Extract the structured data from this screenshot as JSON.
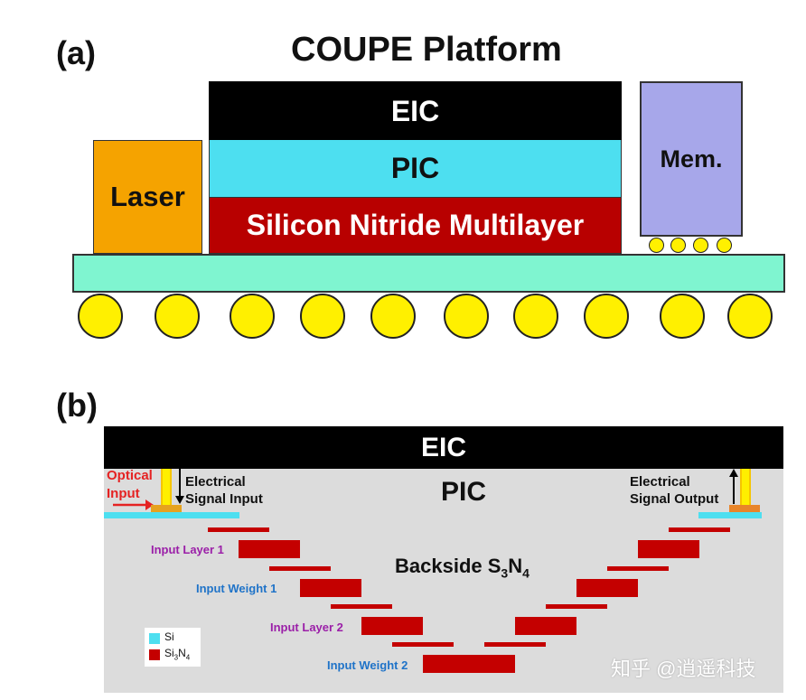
{
  "panel_a": {
    "label": "(a)",
    "title": "COUPE Platform",
    "eic": "EIC",
    "pic": "PIC",
    "sin": "Silicon Nitride Multilayer",
    "laser": "Laser",
    "mem": "Mem.",
    "colors": {
      "eic": "#000000",
      "pic": "#4ddff0",
      "sin": "#b80000",
      "laser": "#f5a300",
      "mem": "#a7a7ea",
      "substrate": "#7ff5d0",
      "ball": "#fff000"
    }
  },
  "panel_b": {
    "label": "(b)",
    "eic": "EIC",
    "pic": "PIC",
    "optical": "Optical",
    "input": "Input",
    "elec_in_1": "Electrical",
    "elec_in_2": "Signal Input",
    "elec_out_1": "Electrical",
    "elec_out_2": "Signal Output",
    "backside_pre": "Backside S",
    "backside_sub1": "3",
    "backside_mid": "N",
    "backside_sub2": "4",
    "input_layer_1": "Input Layer 1",
    "input_weight_1": "Input Weight 1",
    "input_layer_2": "Input Layer 2",
    "input_weight_2": "Input Weight 2",
    "legend": {
      "si": "Si",
      "sin_pre": "Si",
      "sin_sub1": "3",
      "sin_mid": "N",
      "sin_sub2": "4"
    },
    "colors": {
      "background": "#dcdcdc",
      "si": "#4ddff0",
      "sin": "#c40000",
      "layer_label": "#9b1fa8",
      "weight_label": "#1f73c8",
      "optical": "#e52222"
    }
  },
  "watermark": "知乎 @逍遥科技"
}
